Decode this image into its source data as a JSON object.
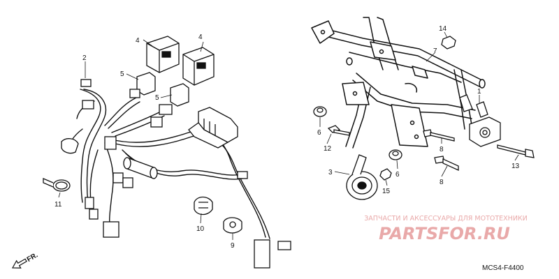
{
  "diagram": {
    "callouts": [
      {
        "id": "c4a",
        "label": "4"
      },
      {
        "id": "c4b",
        "label": "4"
      },
      {
        "id": "c2",
        "label": "2"
      },
      {
        "id": "c5a",
        "label": "5"
      },
      {
        "id": "c5b",
        "label": "5"
      },
      {
        "id": "c11",
        "label": "11"
      },
      {
        "id": "c10",
        "label": "10"
      },
      {
        "id": "c9",
        "label": "9"
      },
      {
        "id": "c14",
        "label": "14"
      },
      {
        "id": "c7",
        "label": "7"
      },
      {
        "id": "c1",
        "label": "1"
      },
      {
        "id": "c6a",
        "label": "6"
      },
      {
        "id": "c12",
        "label": "12"
      },
      {
        "id": "c8a",
        "label": "8"
      },
      {
        "id": "c13",
        "label": "13"
      },
      {
        "id": "c3",
        "label": "3"
      },
      {
        "id": "c6b",
        "label": "6"
      },
      {
        "id": "c8b",
        "label": "8"
      },
      {
        "id": "c15",
        "label": "15"
      }
    ],
    "direction_marker": "FR.",
    "diagram_code": "MCS4-F4400"
  },
  "watermark": {
    "caption": "ЗАПЧАСТИ И АКСЕССУАРЫ ДЛЯ МОТОТЕХНИКИ",
    "logo_text": "PARTSFOR.RU",
    "color": "#e9a9a9"
  },
  "colors": {
    "ink": "#111111",
    "background": "#ffffff"
  }
}
